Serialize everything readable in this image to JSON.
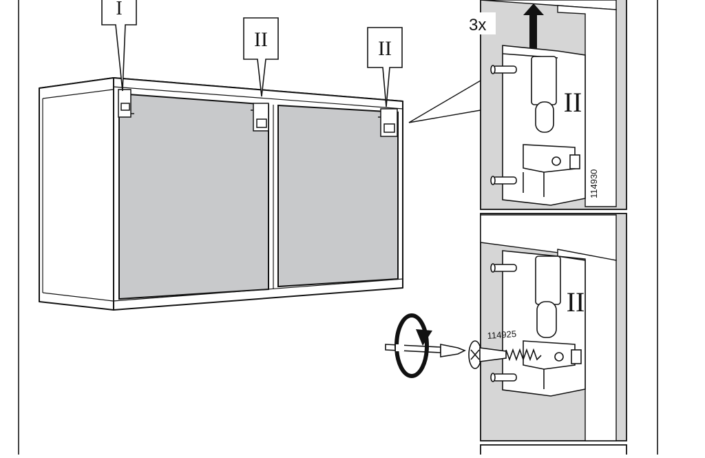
{
  "callouts": {
    "left": "I",
    "middle": "II",
    "right": "II"
  },
  "detail_top": {
    "multiplier": "3x",
    "bracket_mark": "II",
    "part_number": "114930"
  },
  "detail_bottom": {
    "bracket_mark": "II",
    "part_number": "114925"
  },
  "colors": {
    "stroke": "#111111",
    "panel_gray": "#c8c9cb",
    "wall_gray": "#d6d6d6",
    "background": "#ffffff"
  },
  "icons": [
    "up-arrow-icon",
    "screwdriver-icon",
    "rotation-arrow-icon",
    "screw-icon"
  ]
}
